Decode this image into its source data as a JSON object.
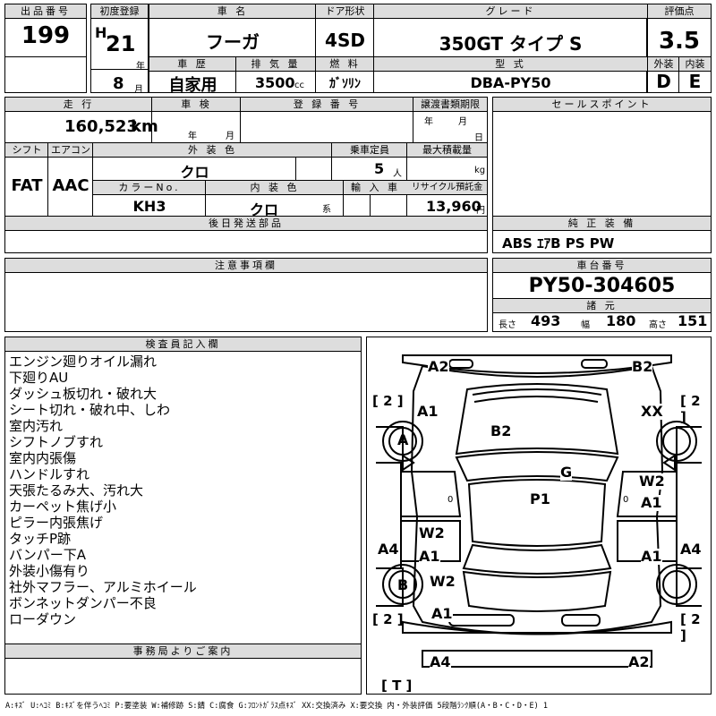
{
  "header": {
    "lot_label": "出品番号",
    "lot_no": "199",
    "first_reg_label": "初度登録",
    "era": "H",
    "year": "21",
    "year_unit": "年",
    "month": "8",
    "month_unit": "月",
    "name_label": "車 名",
    "car_name": "フーガ",
    "door_label": "ドア形状",
    "door": "4SD",
    "grade_label": "グレード",
    "grade": "350GT タイプ S",
    "score_label": "評価点",
    "score": "3.5",
    "history_label": "車 歴",
    "history": "自家用",
    "displacement_label": "排 気 量",
    "displacement": "3500",
    "displacement_unit": "cc",
    "fuel_label": "燃 料",
    "fuel": "ｶﾞｿﾘﾝ",
    "model_label": "型 式",
    "model": "DBA-PY50",
    "ext_label": "外装",
    "ext": "D",
    "int_label": "内装",
    "int": "E"
  },
  "specs": {
    "mileage_label": "走 行",
    "mileage": "160,523",
    "mileage_unit": "km",
    "inspection_label": "車 検",
    "insp_year": "年",
    "insp_month": "月",
    "regno_label": "登 録 番 号",
    "transfer_label": "譲渡書類期限",
    "transfer_year": "年",
    "transfer_month": "月",
    "transfer_day": "日",
    "shift_label": "シフト",
    "shift": "FAT",
    "ac_label": "エアコン",
    "ac": "AAC",
    "color_label": "外 装 色",
    "color": "クロ",
    "capacity_label": "乗車定員",
    "capacity": "5",
    "capacity_unit": "人",
    "maxload_label": "最大積載量",
    "maxload_unit": "kg",
    "colorno_label": "カラーNo.",
    "colorno": "KH3",
    "interior_label": "内 装 色",
    "interior": "クロ",
    "interior_unit": "系",
    "import_label": "輸 入 車",
    "recycle_label": "リサイクル預託金",
    "recycle": "13,960",
    "recycle_unit": "円",
    "later_label": "後日発送部品"
  },
  "sales": {
    "label": "セールスポイント"
  },
  "equipment": {
    "label": "純 正 装 備",
    "value": "ABS ｴｱB PS PW"
  },
  "notes": {
    "label": "注意事項欄"
  },
  "chassis": {
    "label": "車台番号",
    "value": "PY50-304605"
  },
  "dims": {
    "label": "諸 元",
    "len_label": "長さ",
    "len": "493",
    "wid_label": "幅",
    "wid": "180",
    "hei_label": "高さ",
    "hei": "151"
  },
  "inspector": {
    "label": "検査員記入欄",
    "remarks": [
      "エンジン廻りオイル漏れ",
      "下廻りAU",
      "ダッシュ板切れ・破れ大",
      "シート切れ・破れ中、しわ",
      "室内汚れ",
      "シフトノブすれ",
      "室内内張傷",
      "ハンドルすれ",
      "天張たるみ大、汚れ大",
      "カーペット焦げ小",
      "ピラー内張焦げ",
      "タッチP跡",
      "バンパー下A",
      "外装小傷有り",
      "社外マフラー、アルミホイール",
      "ボンネットダンパー不良",
      "ローダウン"
    ]
  },
  "office": {
    "label": "事務局よりご案内"
  },
  "diagram": {
    "labels": {
      "a2_tl": "A2",
      "b2_tr": "B2",
      "a1_l1": "A1",
      "xx_r": "XX",
      "a_wheel": "A",
      "b2_hood": "B2",
      "g": "G",
      "w2_r": "W2",
      "a1_r1": "A1",
      "p1": "P1",
      "zero_l": "0",
      "zero_r": "0",
      "w2_l": "W2",
      "a1_l2": "A1",
      "a4_l": "A4",
      "a4_r": "A4",
      "a1_r2": "A1",
      "b_wheel": "B",
      "w2_l2": "W2",
      "a1_l3": "A1",
      "a4_bl": "A4",
      "a2_br": "A2"
    },
    "brackets": {
      "tl": "[ 2 ]",
      "tr": "[ 2 ]",
      "bl": "[ 2 ]",
      "br": "[ 2 ]",
      "bottom": "[ T ]"
    }
  },
  "legend": "A:ｷｽﾞ U:ﾍｺﾐ B:ｷｽﾞを伴うﾍｺﾐ P:要塗装 W:補修跡 S:錆 C:腐食 G:ﾌﾛﾝﾄｶﾞﾗｽ点ｷｽﾞ XX:交換済み X:要交換 内・外装評価 5段階ﾗﾝｸ順(A・B・C・D・E) 1"
}
